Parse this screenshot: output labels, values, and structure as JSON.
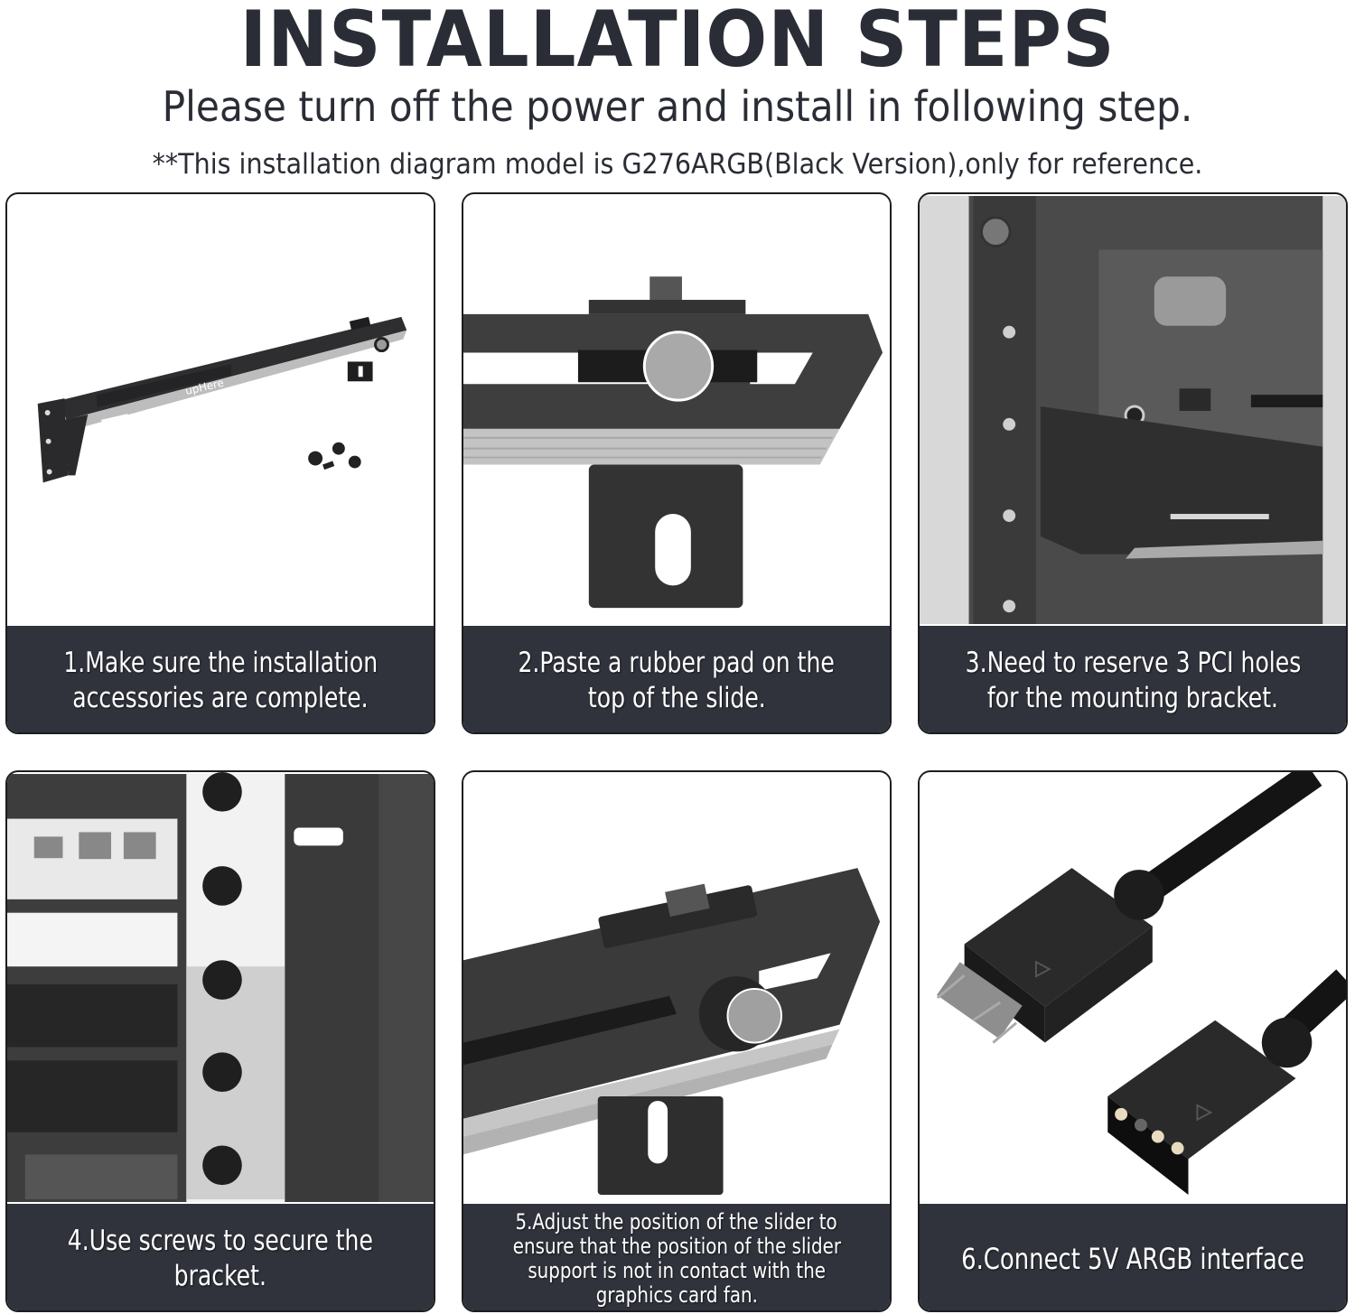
{
  "header": {
    "title": "INSTALLATION STEPS",
    "subtitle": "Please turn off the power and install in following step.",
    "note": "**This installation diagram model is G276ARGB(Black Version),only for reference."
  },
  "colors": {
    "title_text": "#2a2d35",
    "caption_band": "#30333c",
    "caption_text": "#ffffff",
    "card_border": "#1c1d21",
    "bracket_black": "#3a3a3c",
    "rail_silver": "#c8c8c8"
  },
  "steps": [
    {
      "number": 1,
      "caption_lines": [
        "1.Make sure the installation",
        "accessories are complete."
      ],
      "image": "bracket-and-screws",
      "brand_mark": "upHere"
    },
    {
      "number": 2,
      "caption_lines": [
        "2.Paste a rubber pad on the",
        "top of the slide."
      ],
      "image": "slider-closeup-front"
    },
    {
      "number": 3,
      "caption_lines": [
        "3.Need to reserve 3 PCI holes",
        "for the mounting bracket."
      ],
      "image": "pc-case-pci-slots"
    },
    {
      "number": 4,
      "caption_lines": [
        "4.Use screws to secure the",
        "bracket."
      ],
      "image": "bracket-screwed-to-case"
    },
    {
      "number": 5,
      "caption_lines": [
        "5.Adjust the position of the slider to",
        "ensure that the position of the slider",
        "support is not in contact with the",
        "graphics card fan."
      ],
      "image": "slider-closeup-angled"
    },
    {
      "number": 6,
      "caption_lines": [
        "6.Connect 5V ARGB interface"
      ],
      "image": "argb-3pin-connectors"
    }
  ]
}
